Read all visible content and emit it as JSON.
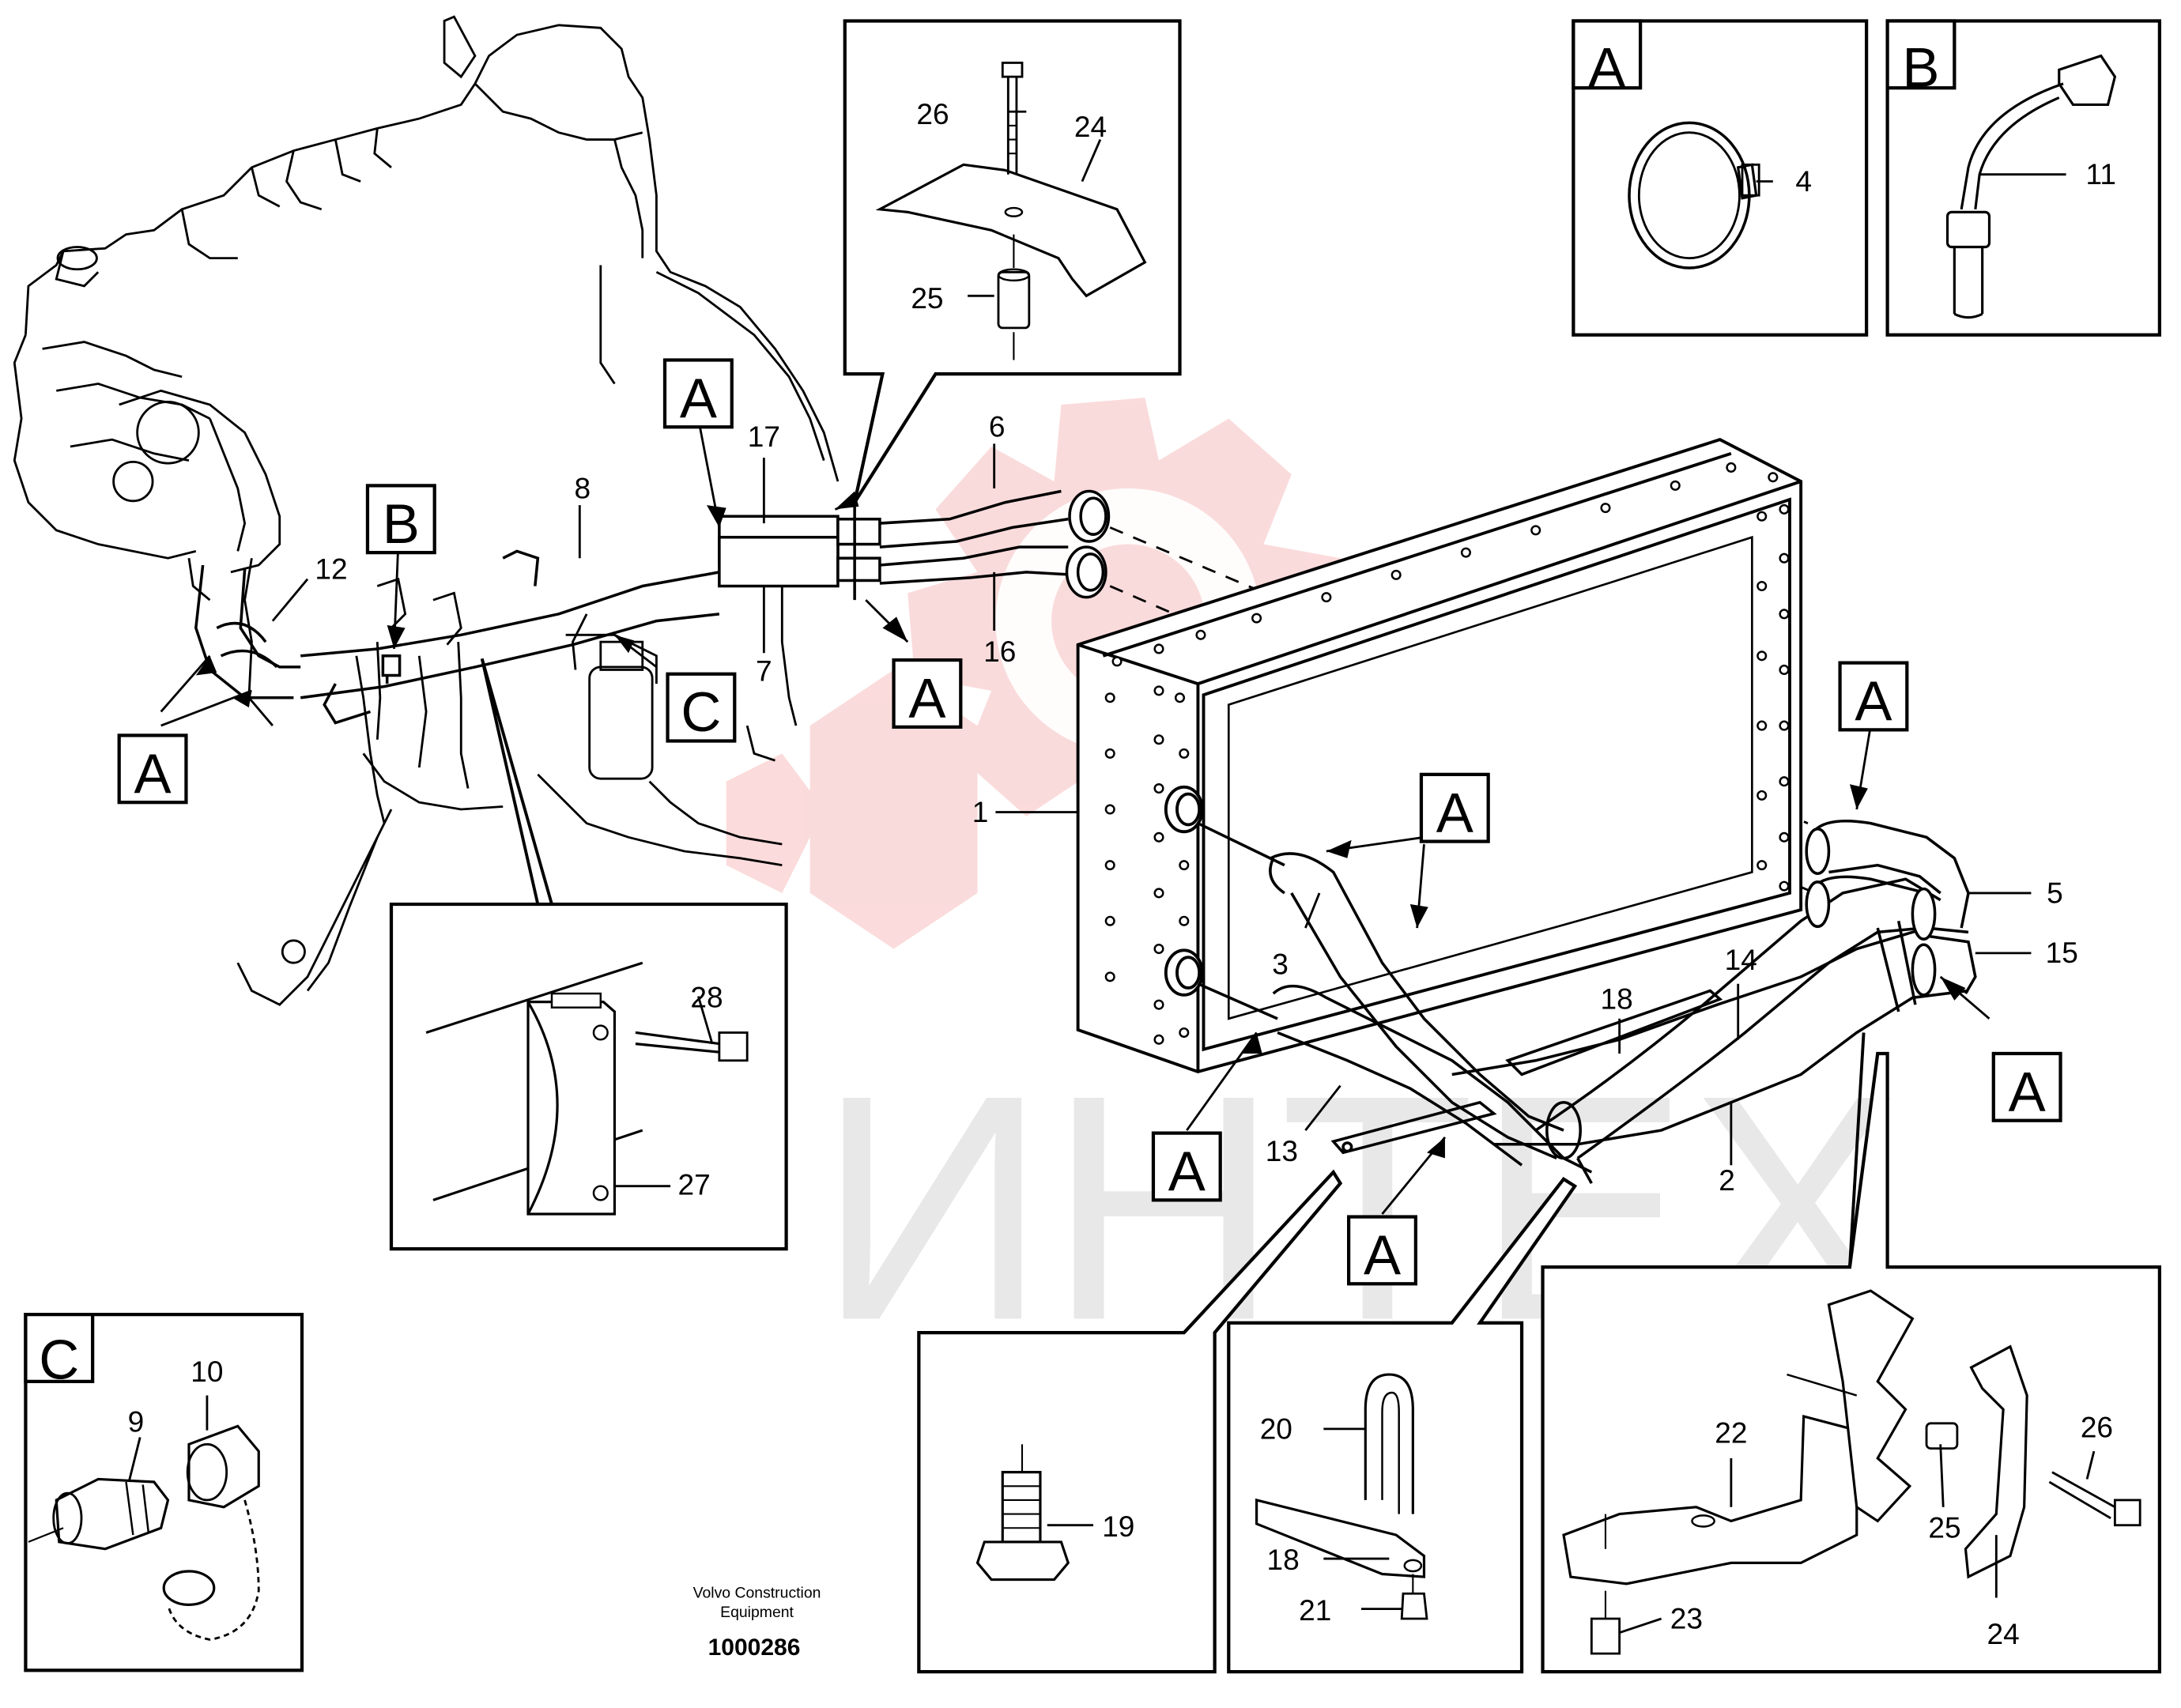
{
  "watermark": {
    "text": "ИНТЕХ",
    "gear_color": "#f7c8c8",
    "text_color": "#e6e6e6"
  },
  "detail_letters": {
    "a": "A",
    "b": "B",
    "c": "C"
  },
  "callouts": {
    "c1": "1",
    "c2": "2",
    "c3": "3",
    "c4": "4",
    "c5": "5",
    "c6": "6",
    "c7": "7",
    "c8": "8",
    "c9": "9",
    "c10": "10",
    "c11": "11",
    "c12": "12",
    "c13": "13",
    "c14": "14",
    "c15": "15",
    "c16": "16",
    "c17": "17",
    "c18": "18",
    "c19": "19",
    "c20": "20",
    "c21": "21",
    "c22": "22",
    "c23": "23",
    "c24": "24",
    "c25": "25",
    "c26": "26",
    "c27": "27",
    "c28": "28"
  },
  "footer": {
    "line1": "Volvo Construction",
    "line2": "Equipment",
    "code": "1000286"
  }
}
